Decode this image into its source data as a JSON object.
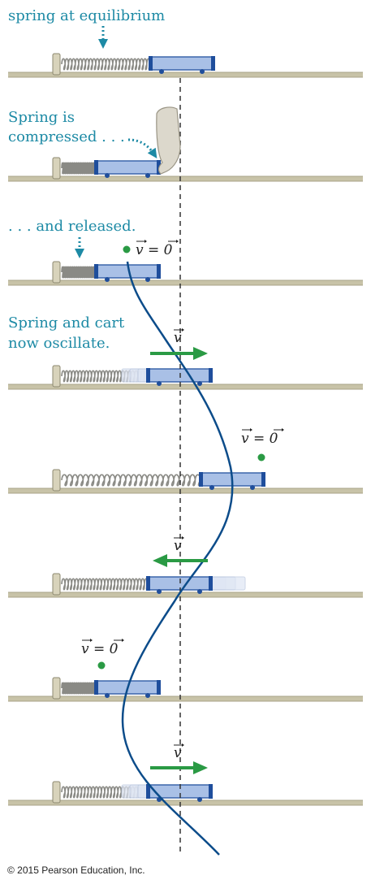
{
  "labels": {
    "equilibrium": "spring at equilibrium",
    "compressed_line1": "Spring is",
    "compressed_line2": "compressed . . .",
    "released": ". . . and released.",
    "oscillate_line1": "Spring and cart",
    "oscillate_line2": "now oscillate."
  },
  "vectors": {
    "v": "v",
    "v_zero": "v = 0"
  },
  "copyright": "© 2015 Pearson Education, Inc.",
  "colors": {
    "label": "#1d8aa5",
    "track": "#c8c3a8",
    "cart": "#a9c0e6",
    "cart_edge": "#1f4e9c",
    "curve": "#0c4c8a",
    "arrow": "#2a9a44",
    "spring": "#8a8a85"
  },
  "icons": [
    "hand-icon",
    "dotted-arrow-icon",
    "velocity-arrow-icon",
    "dot-icon"
  ]
}
